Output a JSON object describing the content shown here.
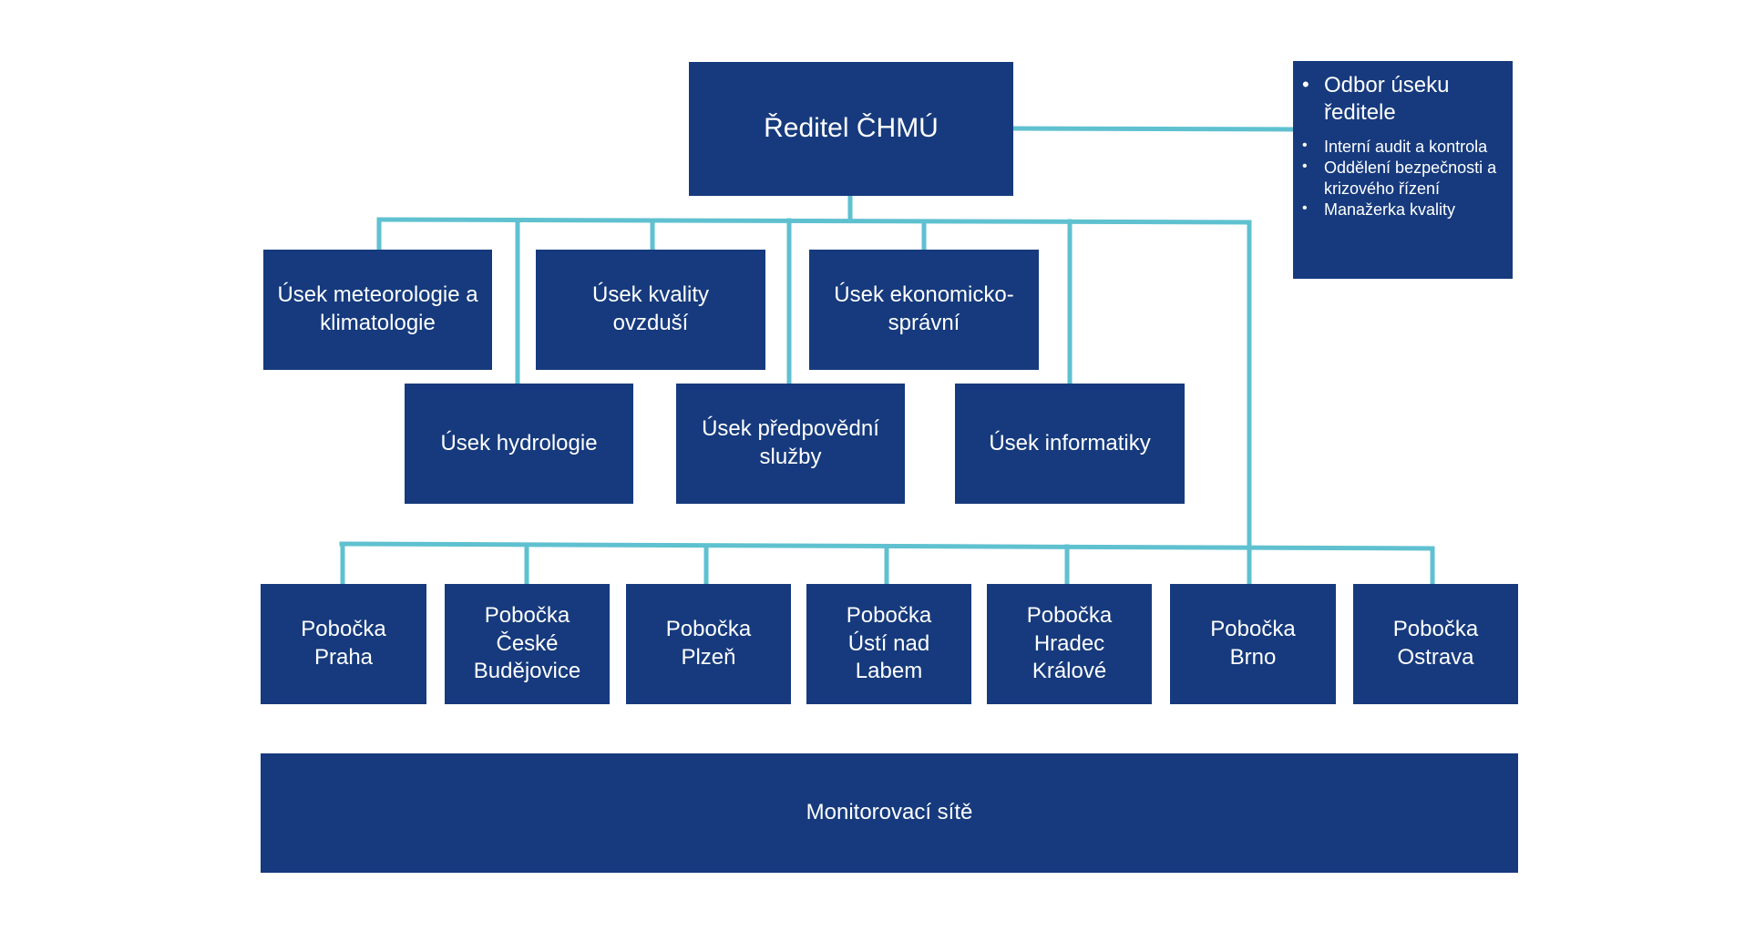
{
  "colors": {
    "box_fill": "#163a7d",
    "box_text": "#ffffff",
    "connector": "#5fc1d0",
    "background": "#ffffff"
  },
  "director": {
    "label": "Ředitel ČHMÚ"
  },
  "office": {
    "heading": "Odbor úseku ředitele",
    "items": [
      "Interní audit a kontrola",
      "Oddělení bezpečnosti a krizového řízení",
      "Manažerka kvality"
    ]
  },
  "divisions": {
    "meteorology": "Úsek meteorologie a klimatologie",
    "air_quality": "Úsek kvality ovzduší",
    "economics": "Úsek ekonomicko-správní",
    "hydrology": "Úsek hydrologie",
    "forecasting": "Úsek předpovědní služby",
    "informatics": "Úsek informatiky"
  },
  "branches": {
    "praha": "Pobočka Praha",
    "ceske_budejovice": "Pobočka České Budějovice",
    "plzen": "Pobočka Plzeň",
    "usti": "Pobočka Ústí nad Labem",
    "hradec": "Pobočka Hradec Králové",
    "brno": "Pobočka Brno",
    "ostrava": "Pobočka Ostrava"
  },
  "monitoring": {
    "label": "Monitorovací sítě"
  }
}
